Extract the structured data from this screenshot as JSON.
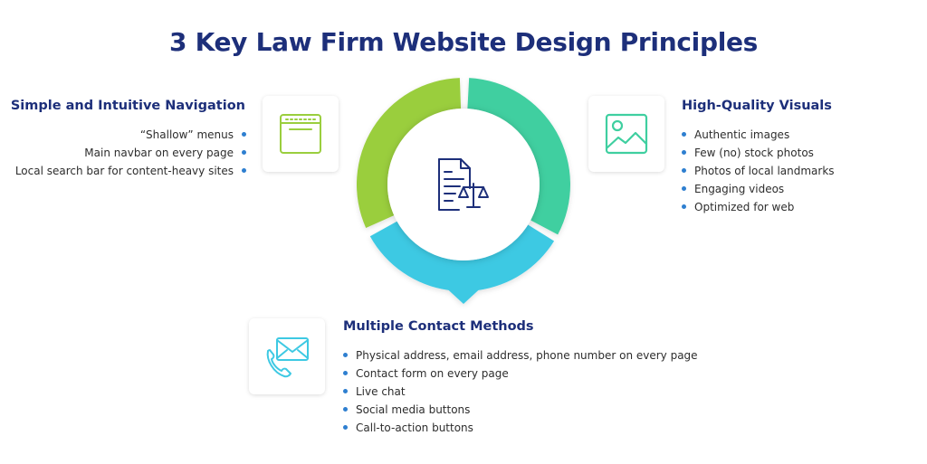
{
  "title": "3 Key Law Firm Website Design Principles",
  "colors": {
    "navy": "#1d2f7a",
    "green": "#9ace3e",
    "teal": "#3fcfa0",
    "cyan": "#3ec9e3",
    "bullet": "#2e7fd0"
  },
  "center_icon": "legal-document-scales-icon",
  "sections": {
    "navigation": {
      "heading": "Simple and Intuitive Navigation",
      "icon": "browser-window-icon",
      "items": [
        "“Shallow” menus",
        "Main navbar on every page",
        "Local search bar for content-heavy sites"
      ]
    },
    "visuals": {
      "heading": "High-Quality Visuals",
      "icon": "image-icon",
      "items": [
        "Authentic images",
        "Few (no) stock photos",
        "Photos of local landmarks",
        "Engaging videos",
        "Optimized for web"
      ]
    },
    "contact": {
      "heading": "Multiple Contact Methods",
      "icon": "envelope-phone-icon",
      "items": [
        "Physical address, email address, phone number on every page",
        "Contact form on every page",
        "Live chat",
        "Social media buttons",
        "Call-to-action buttons"
      ]
    }
  }
}
